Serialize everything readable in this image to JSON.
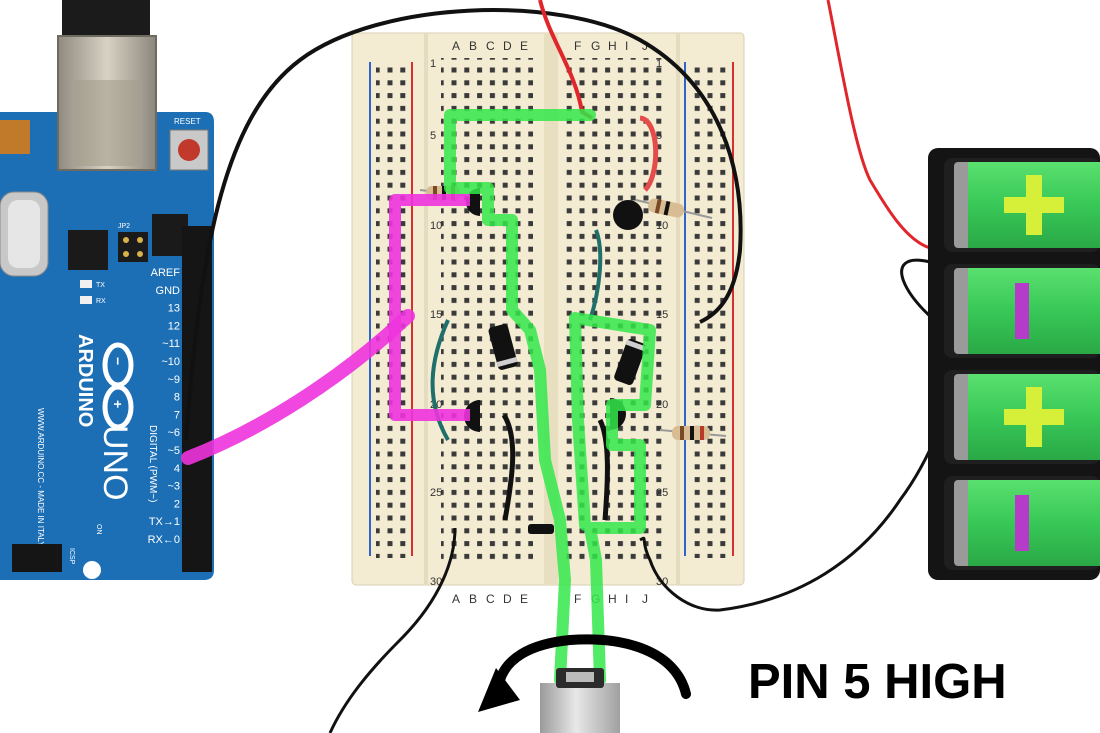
{
  "caption": "PIN 5 HIGH",
  "breadboard": {
    "columns_top": [
      "A",
      "B",
      "C",
      "D",
      "E",
      "F",
      "G",
      "H",
      "I",
      "J"
    ],
    "columns_bottom": [
      "A",
      "B",
      "C",
      "D",
      "E",
      "F",
      "G",
      "H",
      "I",
      "J"
    ],
    "row_numbers": [
      "1",
      "5",
      "10",
      "15",
      "20",
      "25",
      "30"
    ]
  },
  "arduino": {
    "brand": "ARDUINO",
    "model": "UNO",
    "reset_label": "RESET",
    "header_labels": [
      "AREF",
      "GND",
      "13",
      "12",
      "~11",
      "~10",
      "~9",
      "8",
      "7",
      "~6",
      "~5",
      "4",
      "~3",
      "2",
      "TX→1",
      "RX←0"
    ],
    "digital_label": "DIGITAL (PWM~)",
    "url": "WWW.ARDUINO.CC - MADE IN ITALY",
    "on_label": "ON",
    "tx_label": "TX",
    "rx_label": "RX",
    "icsp_label": "ICSP",
    "jp2_label": "JP2"
  },
  "battery": {
    "cells": [
      {
        "sign": "+"
      },
      {
        "sign": "−"
      },
      {
        "sign": "+"
      },
      {
        "sign": "−"
      }
    ]
  },
  "colors": {
    "highlight_green": "#33e84a",
    "highlight_magenta": "#ee33dd",
    "board_blue": "#1d6fb5",
    "breadboard": "#f3ecd2",
    "battery_green": "#3fcf5f",
    "plus_yellow": "#d6f03a",
    "minus_purple": "#b43cc8",
    "wire_red": "#e0262b",
    "wire_black": "#111111"
  }
}
